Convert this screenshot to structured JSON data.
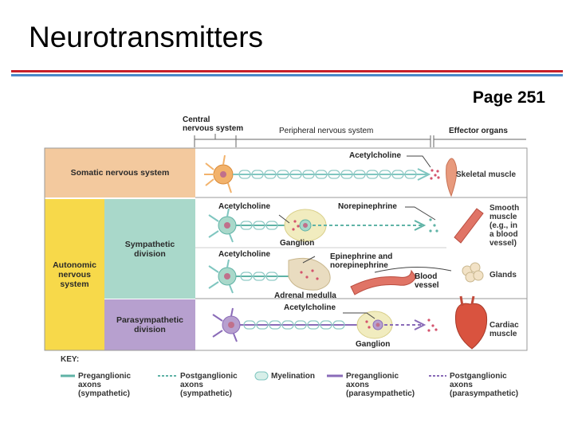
{
  "slide": {
    "title": "Neurotransmitters",
    "page": "Page 251"
  },
  "header": {
    "cns": "Central\nnervous system",
    "pns": "Peripheral nervous system",
    "effectors": "Effector organs"
  },
  "rows": {
    "somatic": "Somatic nervous system",
    "autonomic": "Autonomic\nnervous\nsystem",
    "sympathetic": "Sympathetic\ndivision",
    "parasympathetic": "Parasympathetic\ndivision"
  },
  "labels": {
    "ach_somatic": "Acetylcholine",
    "ach_symp": "Acetylcholine",
    "norepinephrine": "Norepinephrine",
    "ganglion_symp": "Ganglion",
    "ach_adrenal": "Acetylcholine",
    "epi_norepi": "Epinephrine and\nnorepinephrine",
    "adrenal_medulla": "Adrenal medulla",
    "blood_vessel": "Blood\nvessel",
    "ach_para": "Acetylcholine",
    "ganglion_para": "Ganglion"
  },
  "effectors": {
    "skeletal": "Skeletal muscle",
    "smooth": "Smooth\nmuscle\n(e.g., in\na blood\nvessel)",
    "glands": "Glands",
    "cardiac": "Cardiac\nmuscle"
  },
  "key": {
    "title": "KEY:",
    "items": [
      {
        "label": "Preganglionic\naxons\n(sympathetic)",
        "style": "solid",
        "color": "#5fb3a6"
      },
      {
        "label": "Postganglionic\naxons\n(sympathetic)",
        "style": "dashed",
        "color": "#5fb3a6"
      },
      {
        "label": "Myelination",
        "style": "myelin",
        "color": "#7fc6c0"
      },
      {
        "label": "Preganglionic\naxons\n(parasympathetic)",
        "style": "solid",
        "color": "#8a6bb8"
      },
      {
        "label": "Postganglionic\naxons\n(parasympathetic)",
        "style": "dashed",
        "color": "#8a6bb8"
      }
    ]
  },
  "colors": {
    "somatic": "#f3c99e",
    "autonomic": "#f7d94a",
    "sympathetic": "#a9d8ca",
    "parasympathetic": "#b7a0cf",
    "diagram_bg": "#ffffff"
  }
}
